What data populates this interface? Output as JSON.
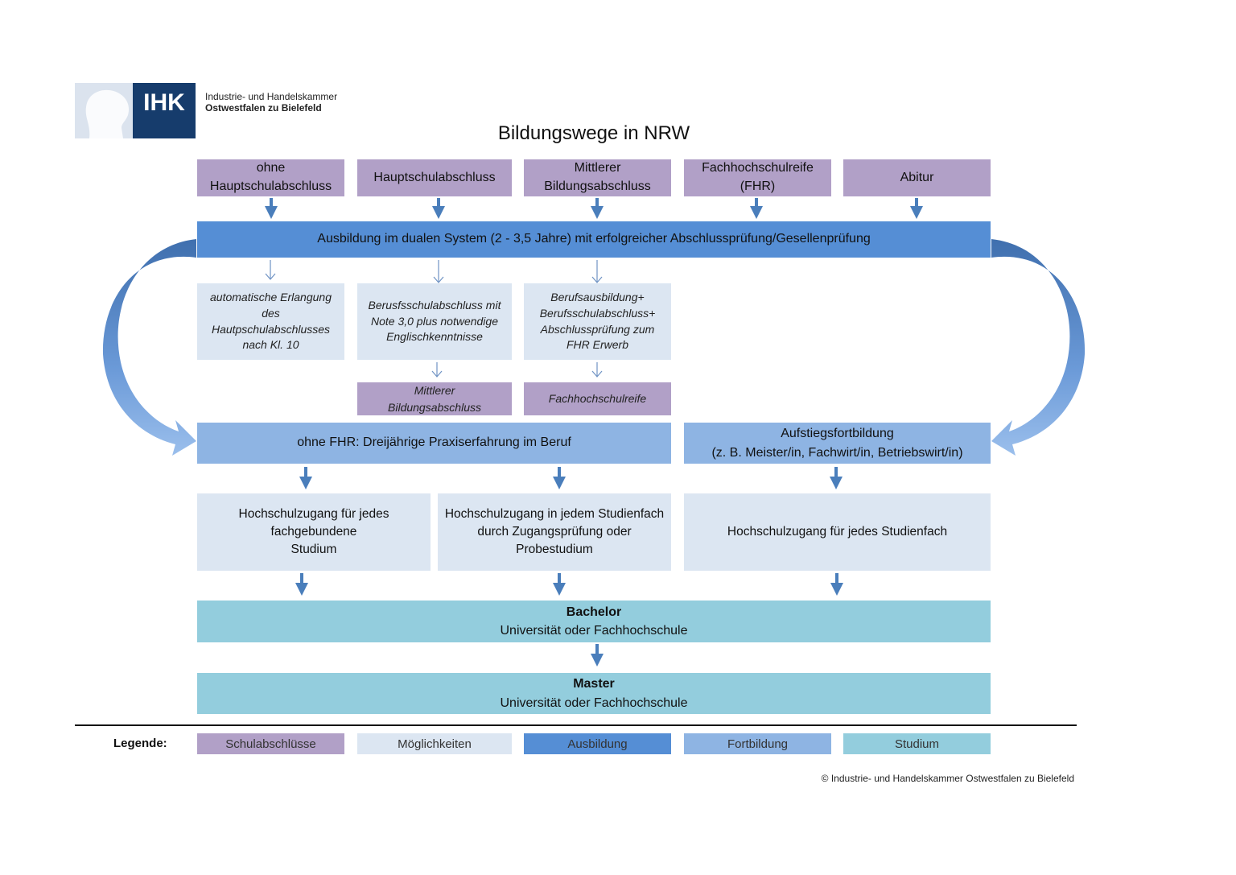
{
  "header": {
    "logo_text": "IHK",
    "org_line1": "Industrie- und Handelskammer",
    "org_line2": "Ostwestfalen zu Bielefeld"
  },
  "title": "Bildungswege in NRW",
  "school_degrees": [
    "ohne\nHauptschulabschluss",
    "Hauptschulabschluss",
    "Mittlerer\nBildungsabschluss",
    "Fachhochschulreife\n(FHR)",
    "Abitur"
  ],
  "dual_system": "Ausbildung im dualen System (2 - 3,5 Jahre) mit erfolgreicher Abschlussprüfung/Gesellenprüfung",
  "options": [
    "automatische Erlangung\ndes\nHautpschulabschlusses\nnach Kl. 10",
    "Berusfsschulabschluss mit\nNote 3,0 plus notwendige\nEnglischkenntnisse",
    "Berufsausbildung+\nBerufsschulabschluss+\nAbschlussprüfung zum\nFHR Erwerb"
  ],
  "results": [
    "Mittlerer\nBildungsabschluss",
    "Fachhochschulreife"
  ],
  "practice": "ohne FHR: Dreijährige Praxiserfahrung im Beruf",
  "advancement": "Aufstiegsfortbildung\n(z. B. Meister/in, Fachwirt/in, Betriebswirt/in)",
  "university_access": [
    "Hochschulzugang für jedes\nfachgebundene\nStudium",
    "Hochschulzugang in jedem Studienfach\ndurch Zugangsprüfung oder\nProbestudium",
    "Hochschulzugang für jedes Studienfach"
  ],
  "bachelor": {
    "title": "Bachelor",
    "subtitle": "Universität oder Fachhochschule"
  },
  "master": {
    "title": "Master",
    "subtitle": "Universität oder Fachhochschule"
  },
  "legend": {
    "label": "Legende:",
    "items": [
      {
        "label": "Schulabschlüsse",
        "color": "#b1a0c7"
      },
      {
        "label": "Möglichkeiten",
        "color": "#dce6f2"
      },
      {
        "label": "Ausbildung",
        "color": "#558ed5"
      },
      {
        "label": "Fortbildung",
        "color": "#8eb4e3"
      },
      {
        "label": "Studium",
        "color": "#93cddd"
      }
    ]
  },
  "copyright": "© Industrie- und Handelskammer Ostwestfalen zu Bielefeld",
  "colors": {
    "arrow": "#4a7ebb",
    "arrow_thin": "#6f93c4",
    "logo_dark": "#163c6c",
    "logo_light": "#dbe3ee"
  }
}
